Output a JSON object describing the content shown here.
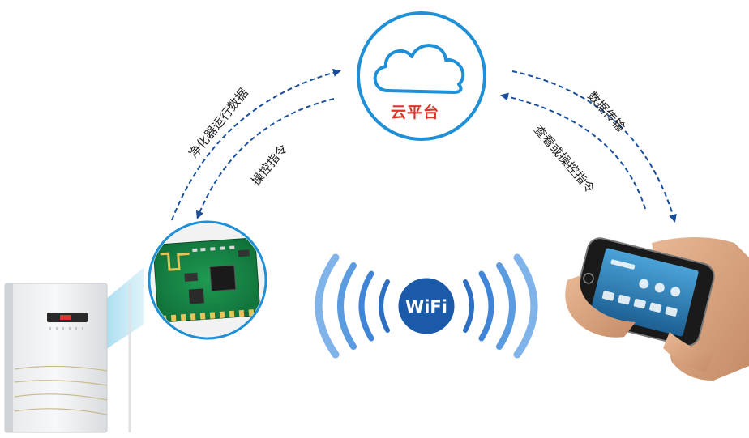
{
  "cloud": {
    "label": "云平台",
    "label_color": "#d9352b",
    "ring_color": "#1f8fd6"
  },
  "wifi": {
    "label": "WiFi",
    "badge_color": "#1a5aa8"
  },
  "arrows": {
    "left_upper": "净化器运行数据",
    "left_lower": "操控指令",
    "right_upper": "数据传输",
    "right_lower": "查看或操控指令",
    "color": "#1a4f9c"
  },
  "icons": {
    "cloud": "cloud-icon",
    "module": "wifi-module-chip",
    "purifier": "air-purifier-device",
    "phone": "smartphone-in-hand",
    "wifi": "wifi-signal-icon"
  }
}
